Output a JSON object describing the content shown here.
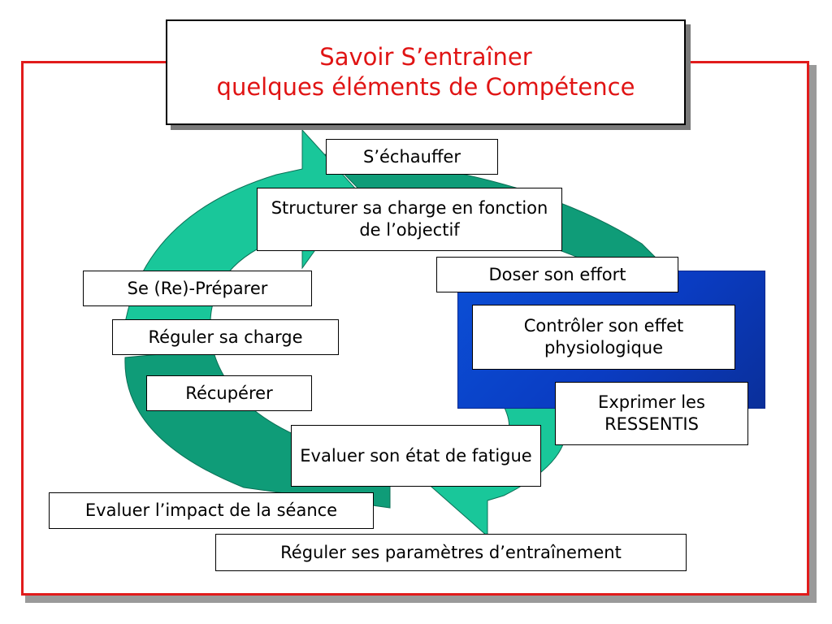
{
  "title": {
    "line1": "Savoir S’entraîner",
    "line2": "quelques éléments de Compétence"
  },
  "colors": {
    "frame": "#e11b1b",
    "title_text": "#e01414",
    "arrow_light": "#19c79a",
    "arrow_dark": "#0f9c78",
    "panel": "#0a3cc2"
  },
  "labels": {
    "echauffer": "S’échauffer",
    "structurer": "Structurer sa charge en fonction de l’objectif",
    "doser": "Doser son effort",
    "preparer": "Se (Re)-Préparer",
    "reguler_charge": "Réguler sa charge",
    "controler": "Contrôler son effet physiologique",
    "recuperer": "Récupérer",
    "exprimer": "Exprimer les RESSENTIS",
    "evaluer_etat": "Evaluer son état de fatigue",
    "evaluer_impact": "Evaluer l’impact de la séance",
    "reguler_parametres": "Réguler ses paramètres d’entraînement"
  }
}
